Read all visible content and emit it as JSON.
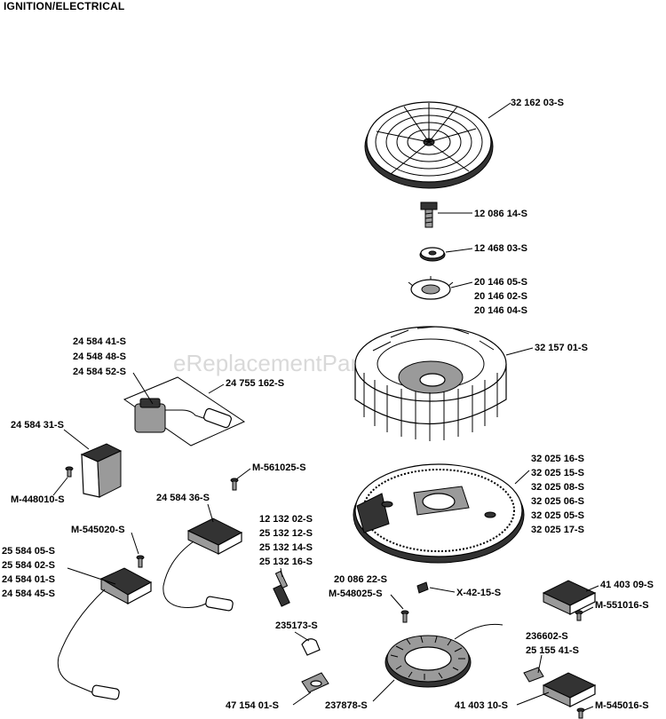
{
  "title": "IGNITION/ELECTRICAL",
  "watermark": "eReplacementParts.com",
  "labels": {
    "fan_grille": "32 162 03-S",
    "screw": "12 086 14-S",
    "washer": "12 468 03-S",
    "fan_clip": [
      "20 146 05-S",
      "20 146 02-S",
      "20 146 04-S"
    ],
    "fan": "32 157 01-S",
    "coil_kit": [
      "24 584 41-S",
      "24 548 48-S",
      "24 584 52-S"
    ],
    "coil_kit_box": "24 755 162-S",
    "module": "24 584 31-S",
    "module_screw": "M-448010-S",
    "flywheel": [
      "32 025 16-S",
      "32 025 15-S",
      "32 025 08-S",
      "32 025 06-S",
      "32 025 05-S",
      "32 025 17-S"
    ],
    "screw_a": "M-561025-S",
    "ignition_coil": "24 584 36-S",
    "screw_b": "M-545020-S",
    "coil_group": [
      "25 584 05-S",
      "25 584 02-S",
      "24 584 01-S",
      "24 584 45-S"
    ],
    "spark_plug": [
      "12 132 02-S",
      "25 132 12-S",
      "25 132 14-S",
      "25 132 16-S"
    ],
    "stator_screw_pair": [
      "20 086 22-S",
      "M-548025-S"
    ],
    "key": "X-42-15-S",
    "rectifier_a": "41 403 09-S",
    "screw_c": "M-551016-S",
    "clip": "235173-S",
    "clamp": "47 154 01-S",
    "stator": "237878-S",
    "rectifier_b_parts": [
      "236602-S",
      "25 155 41-S"
    ],
    "rectifier_b": "41 403 10-S",
    "screw_d": "M-545016-S"
  }
}
